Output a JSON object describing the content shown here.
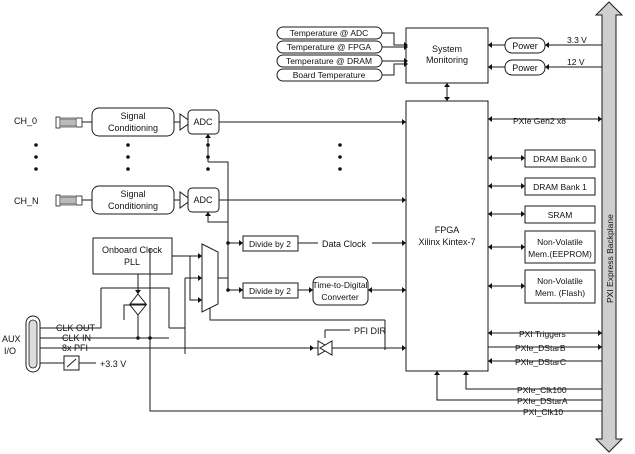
{
  "diagram": {
    "system_monitoring": [
      "System",
      "Monitoring"
    ],
    "monitor_inputs": [
      "Temperature @ ADC",
      "Temperature @ FPGA",
      "Temperature @ DRAM",
      "Board Temperature"
    ],
    "power": {
      "label": "Power",
      "rails": [
        "3.3 V",
        "12 V"
      ]
    },
    "channels": {
      "first": "CH_0",
      "last": "CH_N"
    },
    "signal_conditioning": [
      "Signal",
      "Conditioning"
    ],
    "adc": "ADC",
    "fpga": [
      "FPGA",
      "Xilinx Kintex-7"
    ],
    "memories": {
      "dram0": "DRAM Bank 0",
      "dram1": "DRAM Bank 1",
      "sram": "SRAM",
      "eeprom": [
        "Non-Volatile",
        "Mem.(EEPROM)"
      ],
      "flash": [
        "Non-Volatile",
        "Mem. (Flash)"
      ]
    },
    "pll": [
      "Onboard Clock",
      "PLL"
    ],
    "divide_by_2": "Divide by 2",
    "data_clock": "Data Clock",
    "tdc": [
      "Time-to-Digital",
      "Converter"
    ],
    "pfi_dir": "PFI DIR",
    "aux": [
      "AUX",
      "I/O"
    ],
    "aux_signals": [
      "CLK OUT",
      "CLK IN",
      "8x PFI"
    ],
    "aux_power": "+3.3 V",
    "backplane": "PXI Express Backplane",
    "bus_signals": {
      "gen2": "PXIe Gen2 x8",
      "triggers": "PXI Triggers",
      "dstarb": "PXIe_DStarB",
      "dstarc": "PXIe_DStarC",
      "clk100": "PXIe_Clk100",
      "dstara": "PXIe_DStarA",
      "clk10": "PXI_Clk10"
    }
  }
}
